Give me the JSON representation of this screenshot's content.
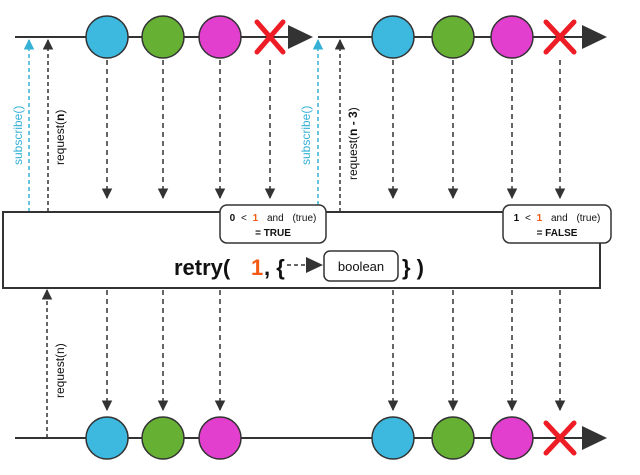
{
  "operator": {
    "name": "retry(",
    "count": "1",
    "comma_brace": ", {",
    "predicate_label": "boolean",
    "closing": "} )"
  },
  "labels": {
    "subscribe": "subscribe()",
    "request_prefix": "request(",
    "request_n_bold": "n",
    "request_suffix": ")",
    "request_n3_bold": "n - 3",
    "request_n_bottom": "request(n)"
  },
  "conditions": {
    "first": {
      "left": "0",
      "lt": "<",
      "right": "1",
      "and": "and",
      "paren": "(true)",
      "result": "= TRUE"
    },
    "second": {
      "left": "1",
      "lt": "<",
      "right": "1",
      "and": "and",
      "paren": "(true)",
      "result": "= FALSE"
    }
  },
  "colors": {
    "blue": "#3db8df",
    "green": "#66b033",
    "magenta": "#e33fcf",
    "error_red": "#ee1c24",
    "accent_orange": "#f25a12",
    "subscribe_cyan": "#36b1d6",
    "line": "#333333"
  },
  "icons": {
    "error": "x-mark-icon",
    "arrow": "arrow-head-icon"
  }
}
